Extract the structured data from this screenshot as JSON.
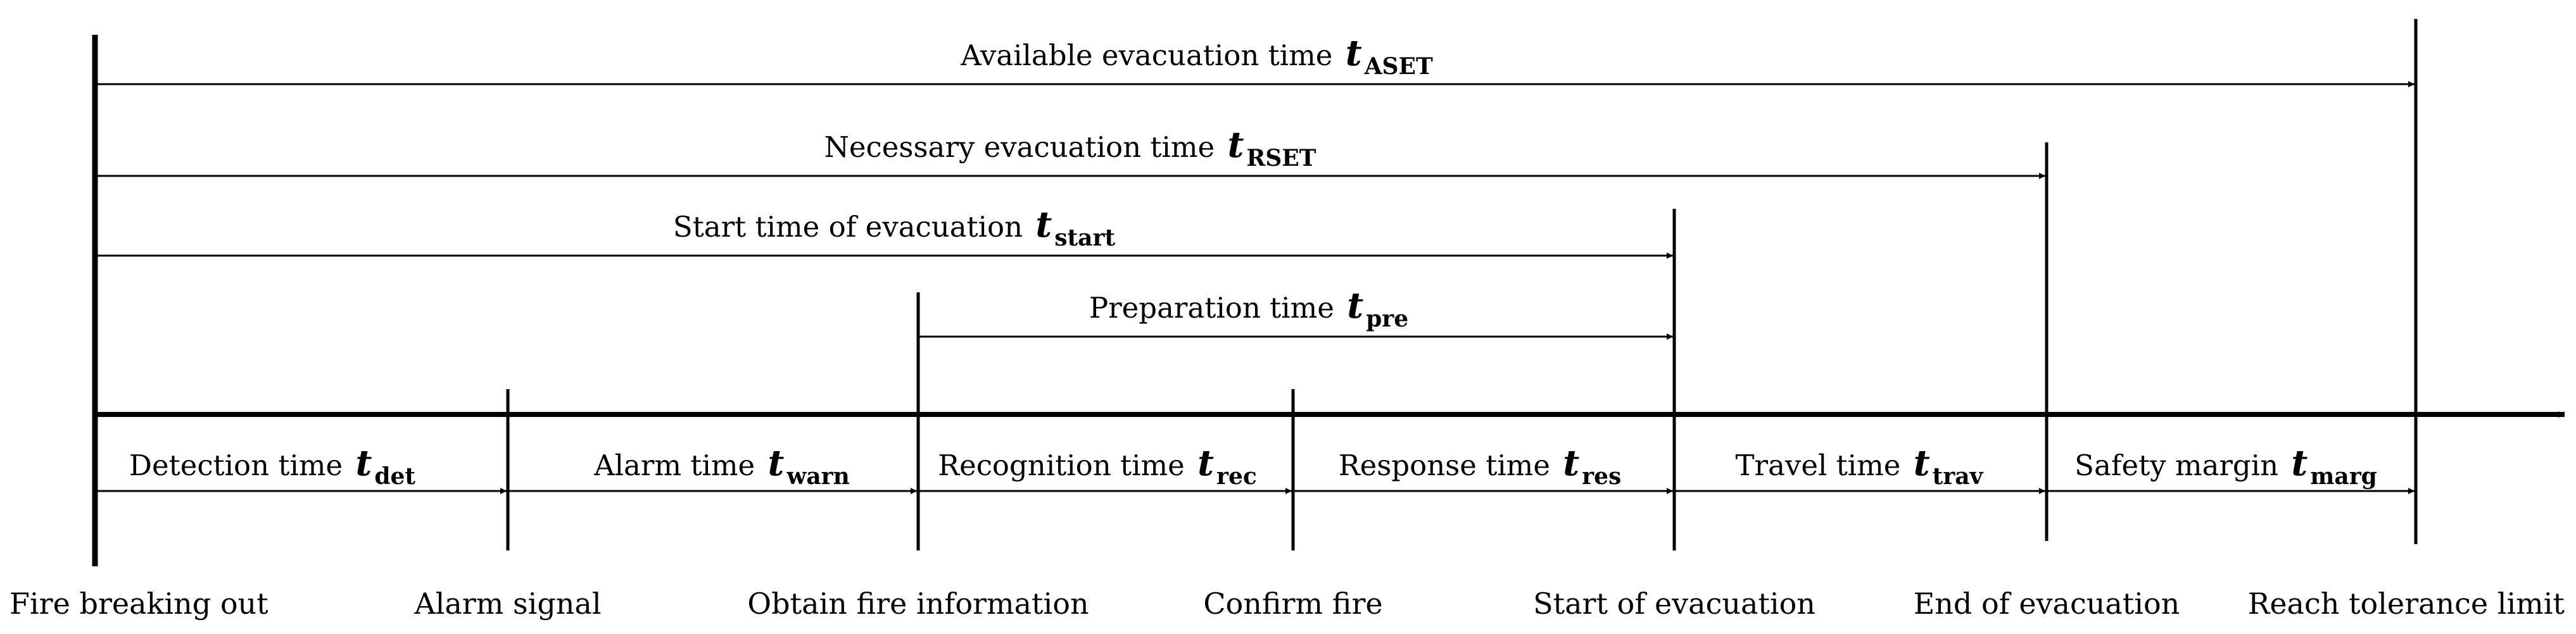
{
  "evacuation_timeline": {
    "spans": [
      {
        "label": "Available evacuation time",
        "symbol": "t",
        "subscript": "ASET"
      },
      {
        "label": "Necessary evacuation time",
        "symbol": "t",
        "subscript": "RSET"
      },
      {
        "label": "Start time of evacuation",
        "symbol": "t",
        "subscript": "start"
      },
      {
        "label": "Preparation time",
        "symbol": "t",
        "subscript": "pre"
      }
    ],
    "phases": [
      {
        "label": "Detection time",
        "symbol": "t",
        "subscript": "det"
      },
      {
        "label": "Alarm time",
        "symbol": "t",
        "subscript": "warn"
      },
      {
        "label": "Recognition time",
        "symbol": "t",
        "subscript": "rec"
      },
      {
        "label": "Response time",
        "symbol": "t",
        "subscript": "res"
      },
      {
        "label": "Travel time",
        "symbol": "t",
        "subscript": "trav"
      },
      {
        "label": "Safety margin",
        "symbol": "t",
        "subscript": "marg"
      }
    ],
    "events": [
      "Fire breaking out",
      "Alarm signal",
      "Obtain fire information",
      "Confirm fire",
      "Start of evacuation",
      "End of evacuation",
      "Reach tolerance limit"
    ]
  }
}
